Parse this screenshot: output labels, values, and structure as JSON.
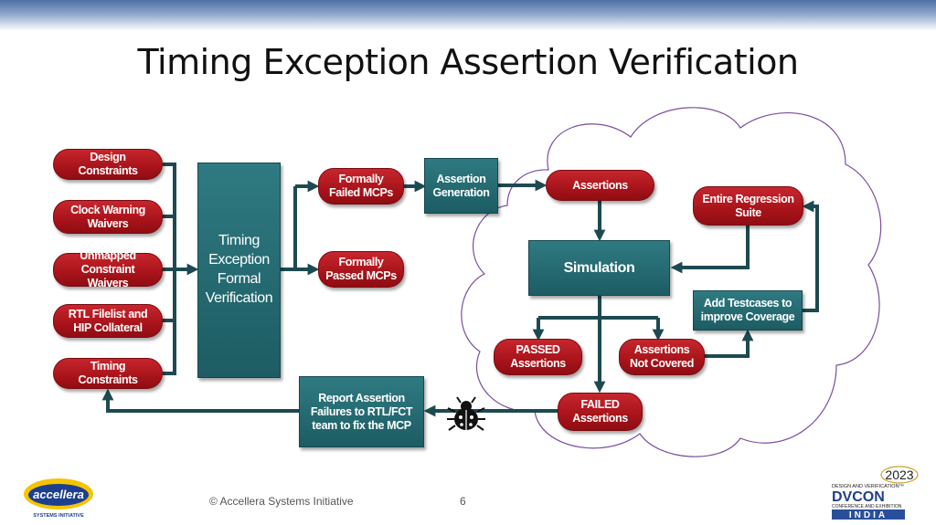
{
  "title": "Timing Exception Assertion Verification",
  "inputs": {
    "design_constraints": "Design Constraints",
    "clock_warning_waivers": "Clock Warning Waivers",
    "unmapped_constraint_waivers": "Unmapped Constraint Waivers",
    "rtl_filelist": "RTL Filelist and HIP Collateral",
    "timing_constraints": "Timing Constraints"
  },
  "formal_box": "Timing Exception Formal Verification",
  "formally_failed": "Formally Failed MCPs",
  "formally_passed": "Formally Passed MCPs",
  "assertion_generation": "Assertion Generation",
  "assertions": "Assertions",
  "simulation": "Simulation",
  "entire_regression": "Entire Regression Suite",
  "add_testcases": "Add Testcases to improve Coverage",
  "passed_assertions": "PASSED Assertions",
  "assertions_not_covered": "Assertions Not Covered",
  "failed_assertions": "FAILED Assertions",
  "report_failures": "Report Assertion Failures to RTL/FCT team to fix the MCP",
  "footer": {
    "copyright": "© Accellera Systems Initiative",
    "page_number": "6"
  },
  "logos": {
    "accellera": "accellera",
    "accellera_sub": "SYSTEMS INITIATIVE",
    "dvcon_year": "2023",
    "dvcon_top": "DESIGN AND VERIFICATION™",
    "dvcon_name": "DVCON",
    "dvcon_sub": "CONFERENCE AND EXHIBITION",
    "dvcon_region": "INDIA"
  },
  "colors": {
    "pill_red": "#a8131a",
    "box_teal": "#1d5c63",
    "arrow": "#1d4a50",
    "cloud_stroke": "#7a4ea0"
  },
  "icons": {
    "bug": "bug-icon"
  }
}
